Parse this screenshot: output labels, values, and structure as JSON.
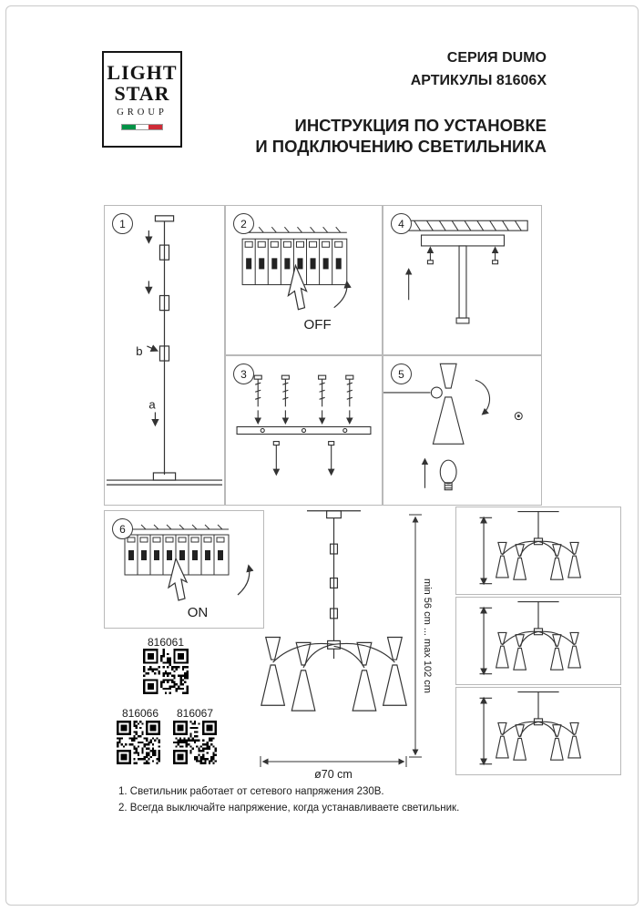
{
  "logo": {
    "light": "LIGHT",
    "star": "STAR",
    "group": "GROUP",
    "flag_green": "#009246",
    "flag_white": "#ffffff",
    "flag_red": "#ce2b37"
  },
  "header": {
    "series": "СЕРИЯ DUMO",
    "articles": "АРТИКУЛЫ 81606X",
    "title1": "ИНСТРУКЦИЯ ПО УСТАНОВКЕ",
    "title2": "И ПОДКЛЮЧЕНИЮ СВЕТИЛЬНИКА"
  },
  "steps": {
    "s1": {
      "num": "1",
      "label_a": "a",
      "label_b": "b"
    },
    "s2": {
      "num": "2",
      "switch_label": "OFF"
    },
    "s3": {
      "num": "3"
    },
    "s4": {
      "num": "4"
    },
    "s5": {
      "num": "5"
    },
    "s6": {
      "num": "6",
      "switch_label": "ON"
    }
  },
  "qr": {
    "q1": "816061",
    "q2": "816066",
    "q3": "816067"
  },
  "dimensions": {
    "height": "min 56 cm ... max 102 cm",
    "diameter": "ø70 cm"
  },
  "notes": {
    "n1": "1. Светильник работает от сетевого напряжения 230В.",
    "n2": "2. Всегда выключайте напряжение, когда устанавливаете светильник."
  },
  "colors": {
    "line": "#333333",
    "text": "#1c1c1c"
  }
}
